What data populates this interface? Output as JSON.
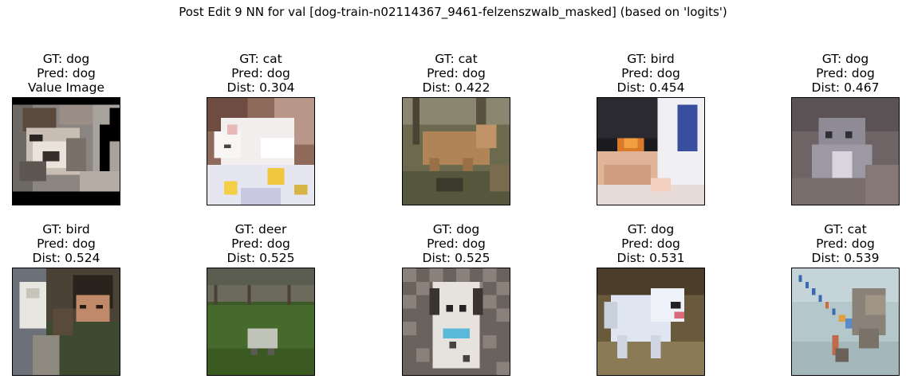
{
  "figure": {
    "title": "Post Edit 9 NN for val [dog-train-n02114367_9461-felzenszwalb_masked] (based on 'logits')"
  },
  "panels": [
    {
      "gt": "GT: dog",
      "pred": "Pred: dog",
      "extra": "Value Image",
      "scene": "masked-wolf"
    },
    {
      "gt": "GT: cat",
      "pred": "Pred: dog",
      "extra": "Dist: 0.304",
      "scene": "white-kitten"
    },
    {
      "gt": "GT: cat",
      "pred": "Pred: dog",
      "extra": "Dist: 0.422",
      "scene": "tan-cat-outdoors"
    },
    {
      "gt": "GT: bird",
      "pred": "Pred: dog",
      "extra": "Dist: 0.454",
      "scene": "bird-in-hand"
    },
    {
      "gt": "GT: dog",
      "pred": "Pred: dog",
      "extra": "Dist: 0.467",
      "scene": "grey-dog"
    },
    {
      "gt": "GT: bird",
      "pred": "Pred: dog",
      "extra": "Dist: 0.524",
      "scene": "parrot-with-person"
    },
    {
      "gt": "GT: deer",
      "pred": "Pred: dog",
      "extra": "Dist: 0.525",
      "scene": "animal-on-grass"
    },
    {
      "gt": "GT: dog",
      "pred": "Pred: dog",
      "extra": "Dist: 0.525",
      "scene": "dalmatian-on-fence"
    },
    {
      "gt": "GT: dog",
      "pred": "Pred: dog",
      "extra": "Dist: 0.531",
      "scene": "white-fluffy-dog"
    },
    {
      "gt": "GT: cat",
      "pred": "Pred: dog",
      "extra": "Dist: 0.539",
      "scene": "cat-on-leash"
    }
  ],
  "chart_data": {
    "type": "image-grid",
    "title": "Post Edit 9 NN for val [dog-train-n02114367_9461-felzenszwalb_masked] (based on 'logits')",
    "rows": 2,
    "cols": 5,
    "items": [
      {
        "gt": "dog",
        "pred": "dog",
        "label": "Value Image"
      },
      {
        "gt": "cat",
        "pred": "dog",
        "dist": 0.304
      },
      {
        "gt": "cat",
        "pred": "dog",
        "dist": 0.422
      },
      {
        "gt": "bird",
        "pred": "dog",
        "dist": 0.454
      },
      {
        "gt": "dog",
        "pred": "dog",
        "dist": 0.467
      },
      {
        "gt": "bird",
        "pred": "dog",
        "dist": 0.524
      },
      {
        "gt": "deer",
        "pred": "dog",
        "dist": 0.525
      },
      {
        "gt": "dog",
        "pred": "dog",
        "dist": 0.525
      },
      {
        "gt": "dog",
        "pred": "dog",
        "dist": 0.531
      },
      {
        "gt": "cat",
        "pred": "dog",
        "dist": 0.539
      }
    ]
  }
}
